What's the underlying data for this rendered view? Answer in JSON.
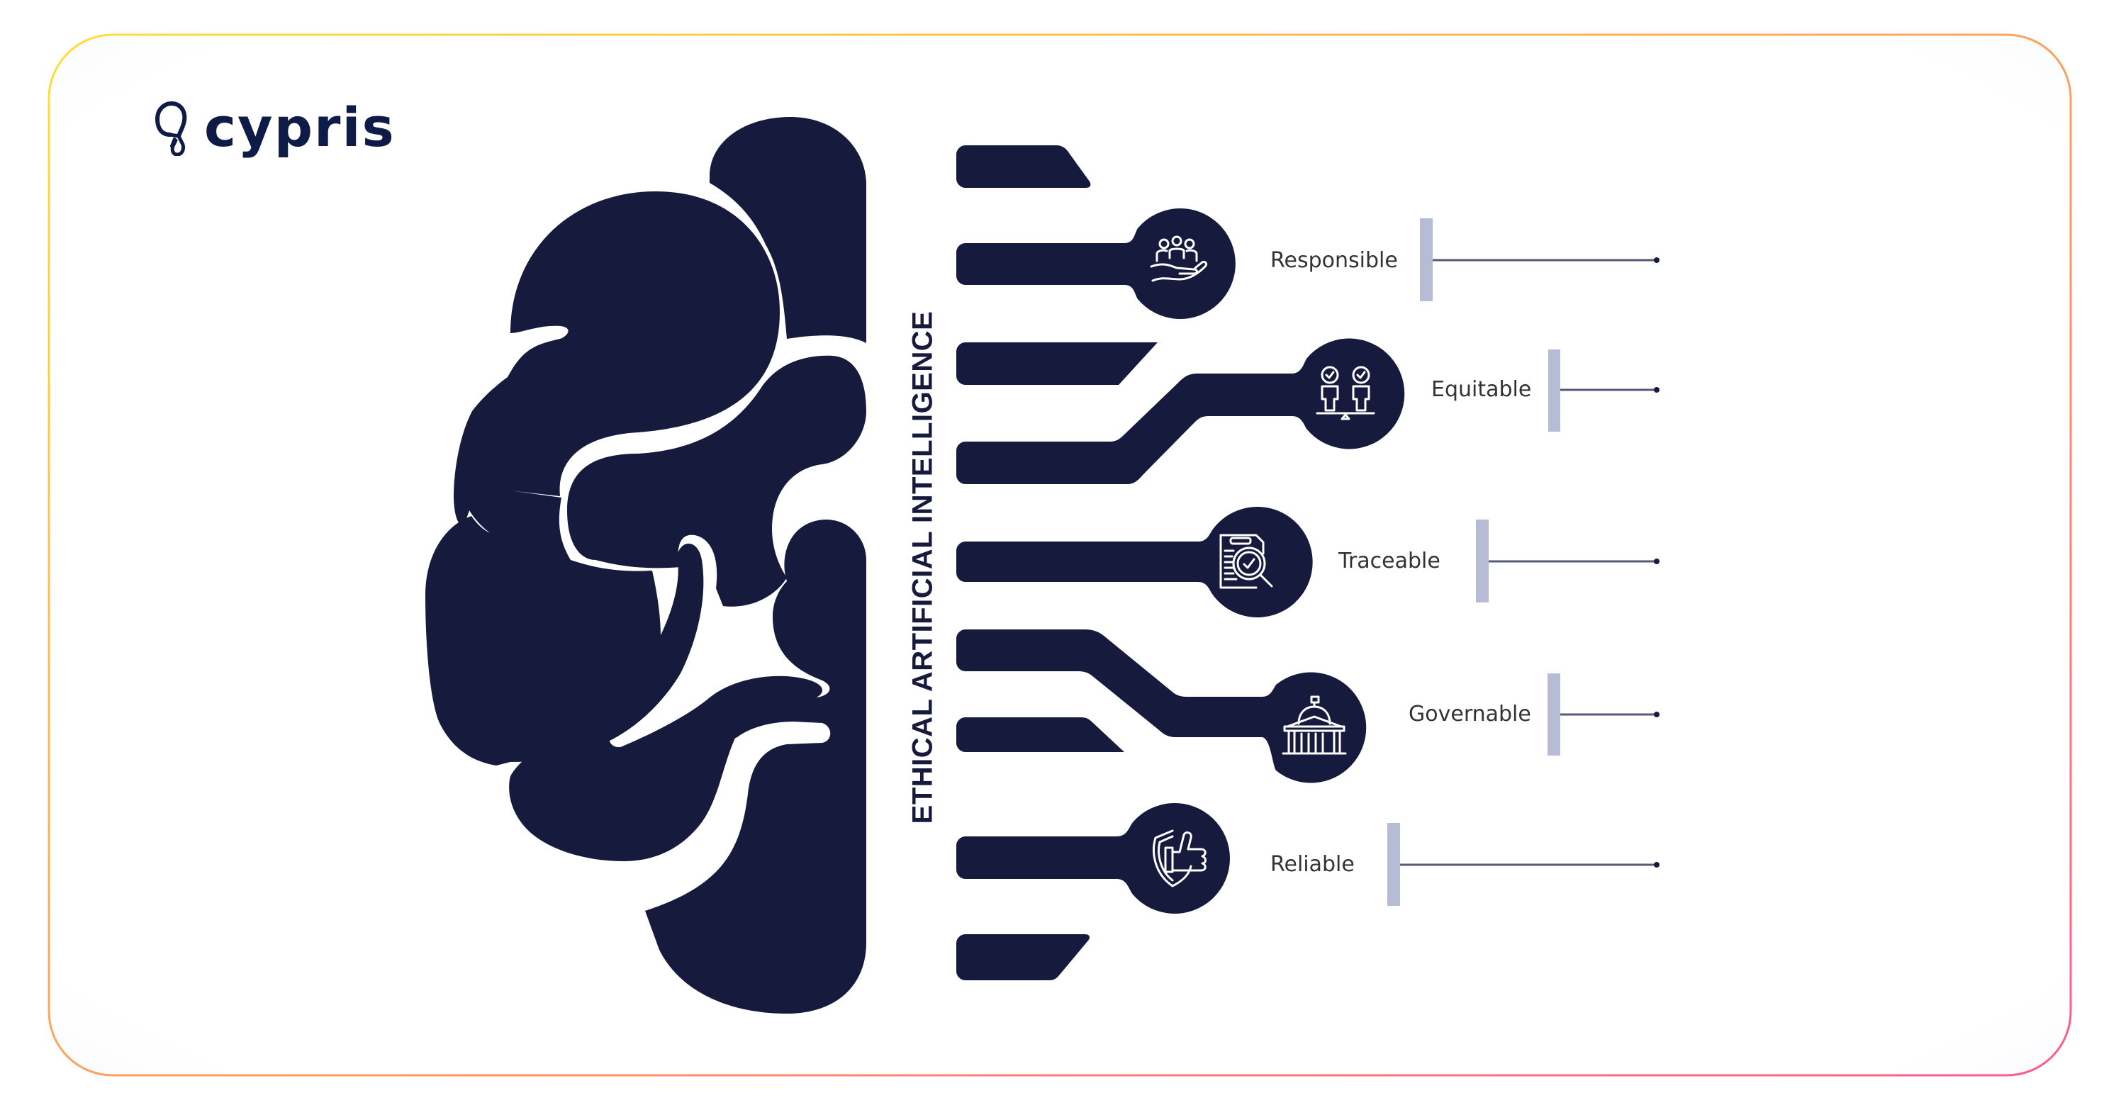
{
  "brand": {
    "logo_text": "cypris",
    "logo_icon": "cypris-location-pin-icon",
    "color": "#0e1b47"
  },
  "diagram": {
    "title": "ETHICAL ARTIFICIAL INTELLIGENCE",
    "primary_color": "#161a3d",
    "accent_bar_color": "#b6bbd6",
    "connector_color": "#555a78",
    "border_gradient": [
      "#ffd93b",
      "#ff9f5a",
      "#ff5c8a"
    ],
    "principles": [
      {
        "label": "Responsible",
        "icon": "hand-holding-people-icon"
      },
      {
        "label": "Equitable",
        "icon": "people-on-balance-icon"
      },
      {
        "label": "Traceable",
        "icon": "document-magnifier-icon"
      },
      {
        "label": "Governable",
        "icon": "government-building-icon"
      },
      {
        "label": "Reliable",
        "icon": "shield-thumbs-up-icon"
      }
    ]
  }
}
